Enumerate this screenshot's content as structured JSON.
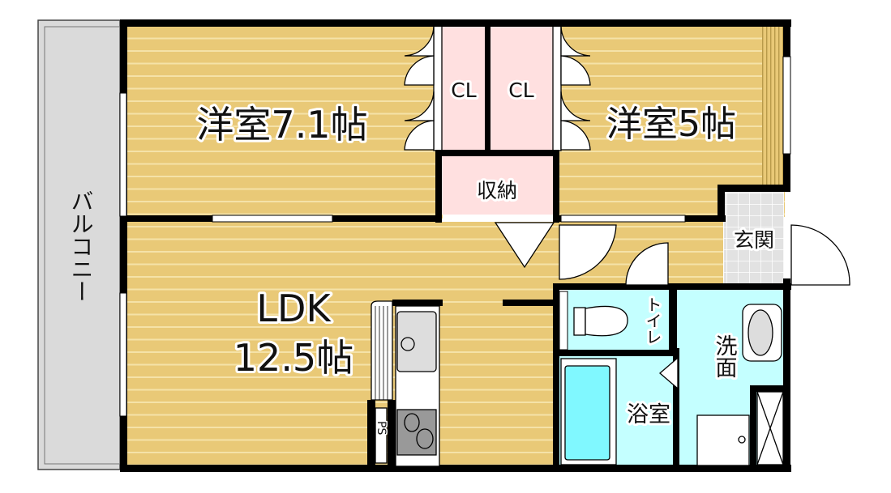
{
  "title": "Floor plan",
  "colors": {
    "wood": "#e9c977",
    "wood_line": "#f5e2a8",
    "closet": "#ffe0e0",
    "wet_area": "#c4ffff",
    "bathtub": "#80f8ff",
    "tile": "#e2e2e2",
    "balcony": "#dadada",
    "wall": "#000000"
  },
  "rooms": {
    "western_room_1": "洋室7.1帖",
    "western_room_2": "洋室5帖",
    "closet_1": "CL",
    "closet_2": "CL",
    "storage": "収納",
    "entrance": "玄関",
    "ldk_name": "LDK",
    "ldk_size": "12.5帖",
    "toilet": "トイレ",
    "washroom": "洗面",
    "bathroom": "浴室",
    "pipe_space": "PS",
    "balcony": "バルコニー"
  }
}
